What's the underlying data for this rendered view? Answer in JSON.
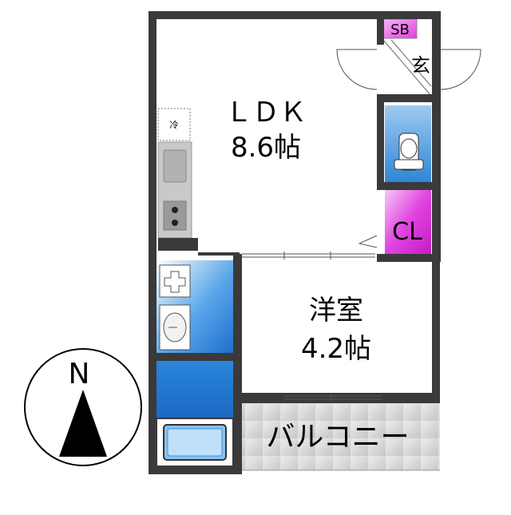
{
  "rooms": {
    "ldk": {
      "name": "ＬＤＫ",
      "size": "8.6帖"
    },
    "western": {
      "name": "洋室",
      "size": "4.2帖"
    }
  },
  "labels": {
    "sb": "SB",
    "entrance": "玄",
    "closet": "CL",
    "fridge": "冷",
    "balcony": "バルコニー",
    "north": "N"
  },
  "colors": {
    "wall": "#3a3a3a",
    "bath_blue": "#1e7fd8",
    "toilet_blue": "#3d8fd9",
    "closet_magenta": "#d62ad6",
    "sb_magenta": "#e43be4",
    "balcony_tile": "#d8d8d8"
  }
}
